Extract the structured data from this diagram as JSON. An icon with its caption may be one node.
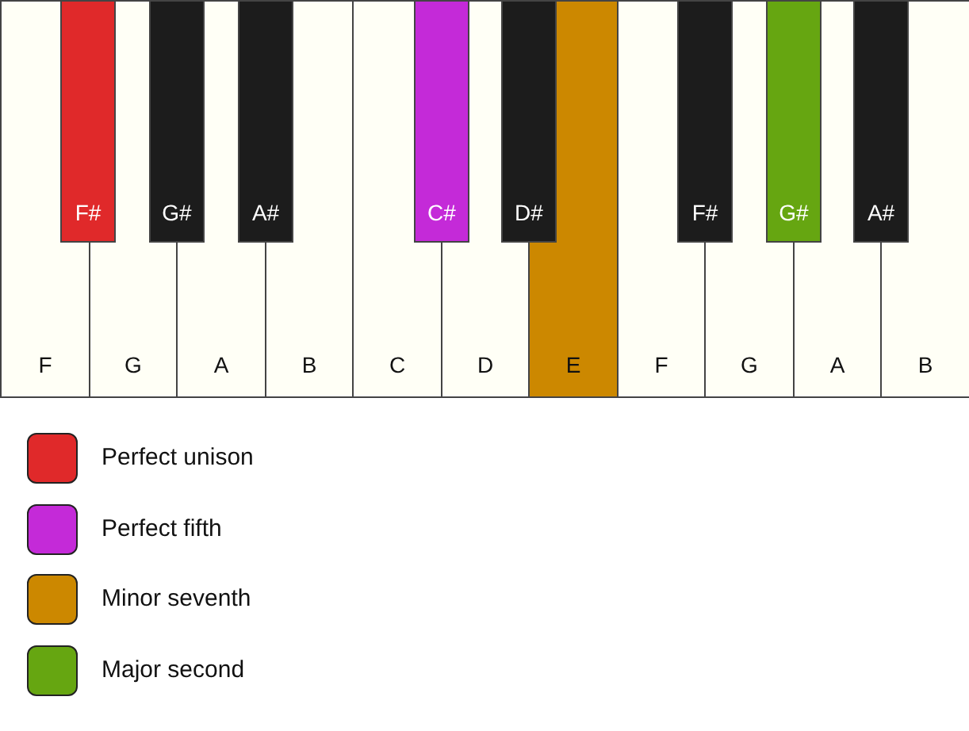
{
  "diagram": {
    "nodes": [
      {
        "text": [
          "F"
        ]
      },
      {
        "text": [
          "G"
        ]
      },
      {
        "text": [
          "A"
        ]
      },
      {
        "text": [
          "B"
        ]
      },
      {
        "text": [
          "C"
        ]
      },
      {
        "text": [
          "D"
        ]
      },
      {
        "text": [
          "E"
        ]
      },
      {
        "text": [
          "F"
        ]
      },
      {
        "text": [
          "G"
        ]
      },
      {
        "text": [
          "A"
        ]
      },
      {
        "text": [
          "B"
        ]
      },
      {
        "text": [
          "F#"
        ]
      },
      {
        "text": [
          "G#"
        ]
      },
      {
        "text": [
          "A#"
        ]
      },
      {
        "text": [
          "C#"
        ]
      },
      {
        "text": [
          "D#"
        ]
      },
      {
        "text": [
          "F#"
        ]
      },
      {
        "text": [
          "G#"
        ]
      },
      {
        "text": [
          "A#"
        ]
      }
    ],
    "legend": [
      {
        "text": "Perfect unison",
        "color": "#e0292a"
      },
      {
        "text": "Perfect fifth",
        "color": "#c42ad8"
      },
      {
        "text": "Minor seventh",
        "color": "#cc8800"
      },
      {
        "text": "Major second",
        "color": "#66a611"
      }
    ]
  }
}
